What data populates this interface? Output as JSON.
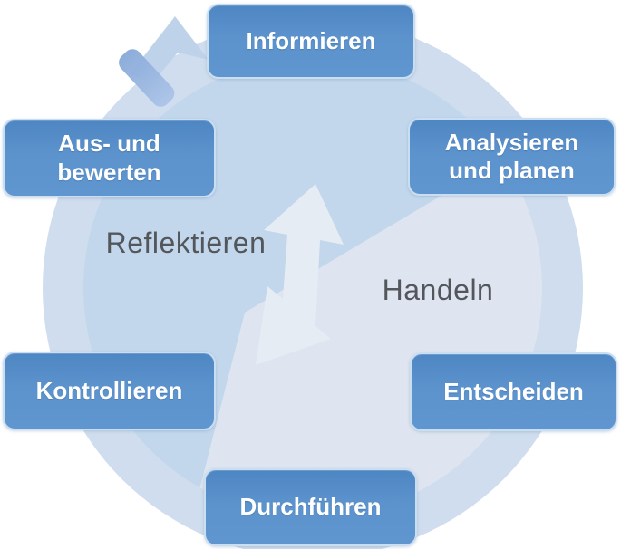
{
  "diagram": {
    "type": "cycle",
    "cycle_nodes": [
      {
        "label": "Informieren"
      },
      {
        "label": "Analysieren und planen"
      },
      {
        "label": "Entscheiden"
      },
      {
        "label": "Durchführen"
      },
      {
        "label": "Kontrollieren"
      },
      {
        "label": "Aus- und bewerten"
      }
    ],
    "zone_labels": [
      {
        "label": "Reflektieren"
      },
      {
        "label": "Handeln"
      }
    ],
    "colors": {
      "node_fill_top": "#4e86c3",
      "node_fill": "#5e94ce",
      "node_border": "#c9def1",
      "node_text": "#ffffff",
      "ring": "#cfddee",
      "inner_disc": "#c2d7ec",
      "handeln_region": "#dee5f0",
      "center_arrow": "#e6ecf4",
      "cycle_arrowhead": "#bed3e9",
      "cycle_dash": "#93b3de",
      "zone_text": "#53575c",
      "background": "#ffffff"
    }
  }
}
